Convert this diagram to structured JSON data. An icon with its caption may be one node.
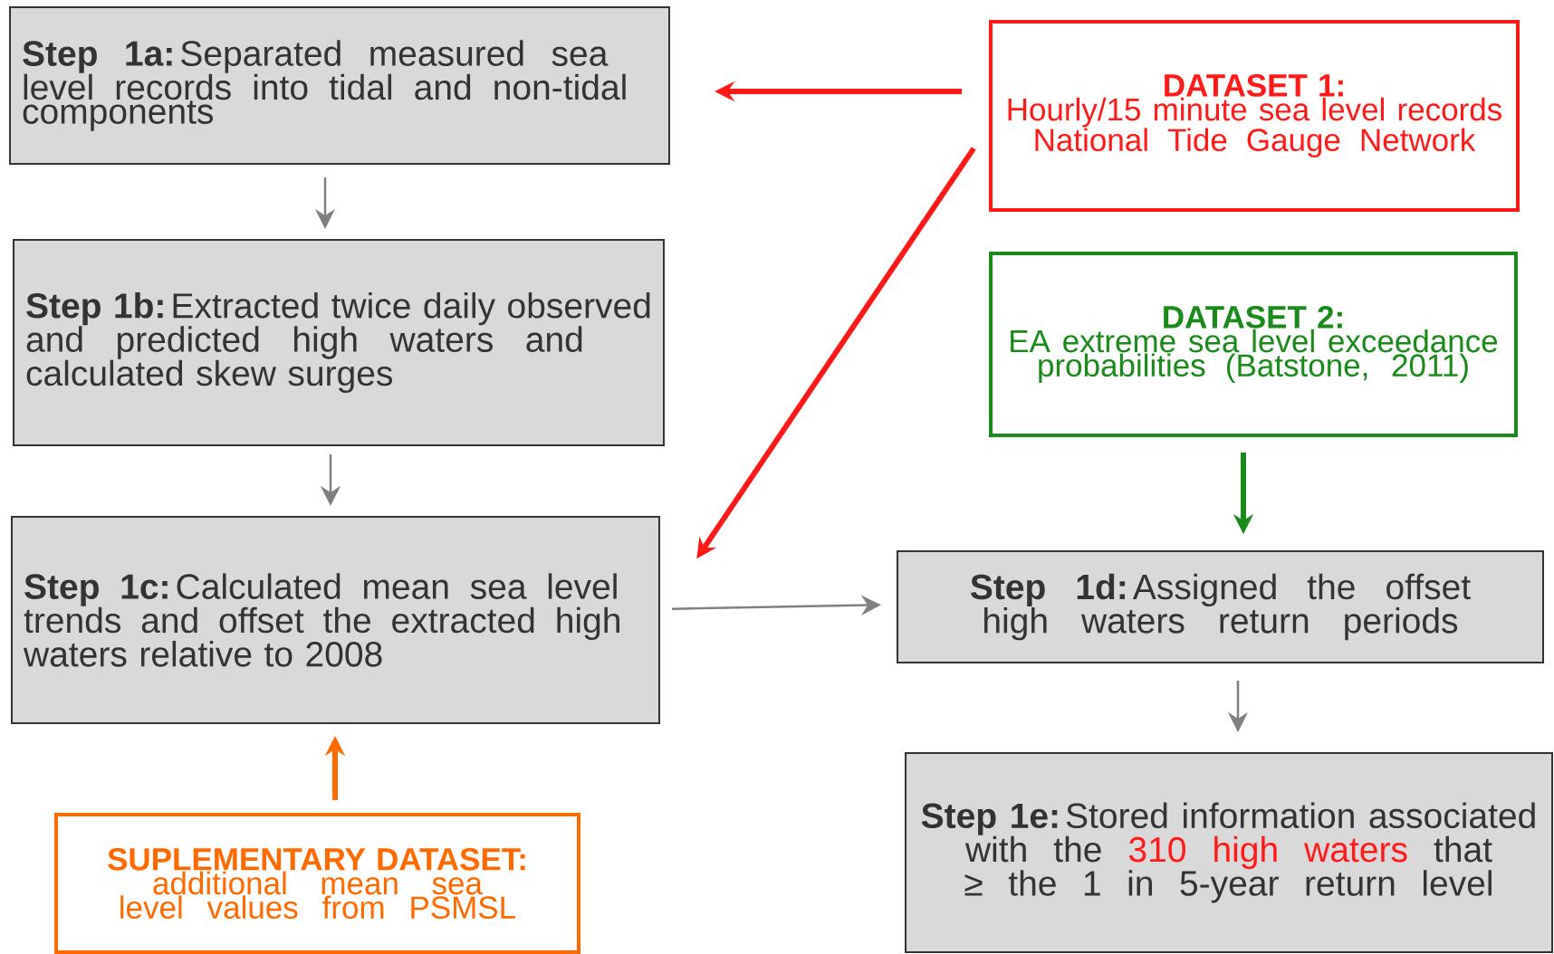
{
  "diagram": {
    "nodes": [
      {
        "text": [
          "**Step 1a:** Separated measured sea level records into tidal and non-tidal components"
        ]
      },
      {
        "text": [
          "DATASET 1:",
          "Hourly/15 minute sea level records National Tide Gauge Network"
        ]
      },
      {
        "text": [
          "**Step 1b:** Extracted twice daily observed and predicted high waters and calculated skew surges"
        ]
      },
      {
        "text": [
          "DATASET 2:",
          "EA extreme sea level exceedance probabilities (Batstone, 2011)"
        ]
      },
      {
        "text": [
          "**Step 1c:** Calculated mean sea level trends and offset the extracted high waters relative to 2008"
        ]
      },
      {
        "text": [
          "**Step 1d:** Assigned the offset high waters return periods"
        ]
      },
      {
        "text": [
          "**Step 1e:** Stored information associated with the",
          "310 high waters",
          "that ≥  the 1 in 5-year return level"
        ]
      },
      {
        "text": [
          "SUPLEMENTARY DATASET:",
          "additional mean sea level values from PSMSL"
        ]
      }
    ],
    "edges": [
      {
        "from": 1,
        "to": 0,
        "arrow": "to",
        "style": "thick",
        "color": "#ff1a1a"
      },
      {
        "from": 1,
        "to": 4,
        "arrow": "to",
        "style": "thick",
        "color": "#ff1a1a"
      },
      {
        "from": 0,
        "to": 2,
        "arrow": "to"
      },
      {
        "from": 2,
        "to": 4,
        "arrow": "to"
      },
      {
        "from": 4,
        "to": 5,
        "arrow": "to"
      },
      {
        "from": 3,
        "to": 5,
        "arrow": "to",
        "style": "thick",
        "color": "#1a8a1a"
      },
      {
        "from": 5,
        "to": 6,
        "arrow": "to"
      },
      {
        "from": 7,
        "to": 4,
        "arrow": "to",
        "style": "thick",
        "color": "#ff6a00"
      }
    ]
  }
}
